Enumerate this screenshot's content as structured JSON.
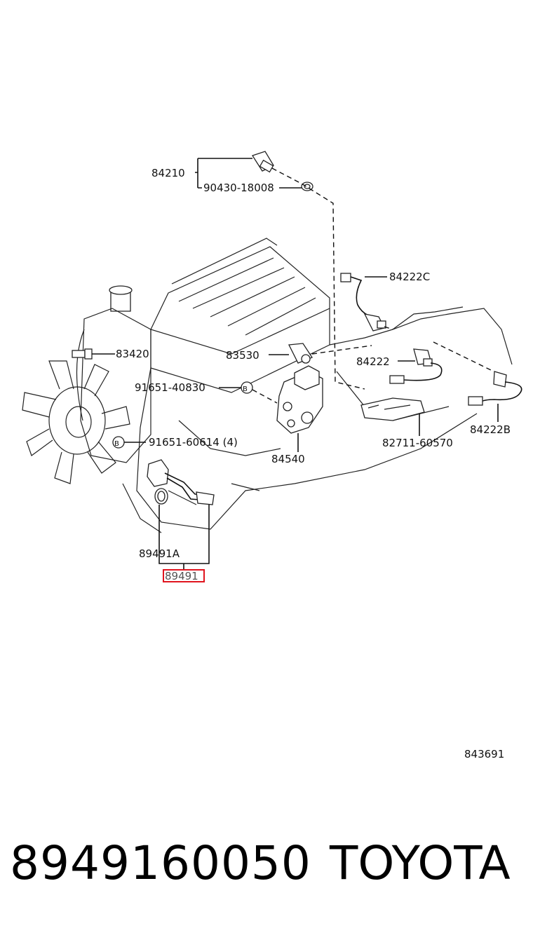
{
  "diagram": {
    "labels": {
      "p84210": "84210",
      "p90430": "90430-18008",
      "p84222C": "84222C",
      "p83420": "83420",
      "p83530": "83530",
      "p84222": "84222",
      "p91651_40830": "91651-40830",
      "p91651_60614": "91651-60614 (4)",
      "p84540": "84540",
      "p82711": "82711-60570",
      "p84222B": "84222B",
      "p89491A": "89491A",
      "p89491": "89491",
      "bolt_mark": "B",
      "ref_code": "843691"
    },
    "highlight_color": "#e0141e"
  },
  "footer": {
    "part_number": "8949160050",
    "brand": "TOYOTA"
  }
}
